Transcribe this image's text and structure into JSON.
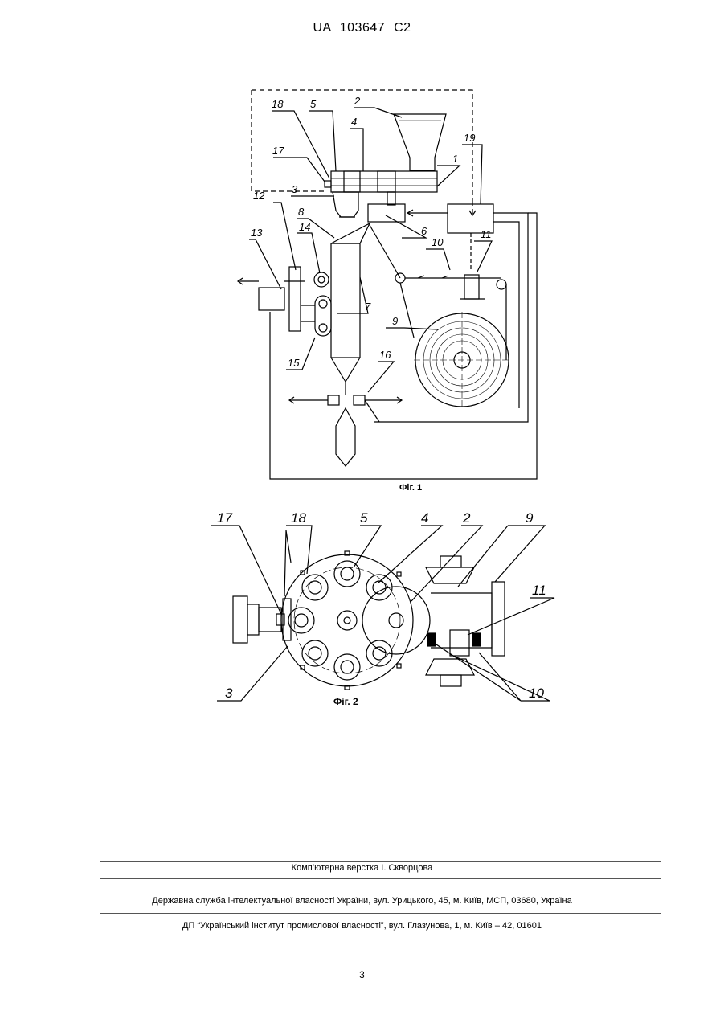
{
  "header": {
    "doc_id": "UA   103647   C2"
  },
  "figure1": {
    "caption": "Фіг. 1",
    "labels": [
      "1",
      "2",
      "3",
      "4",
      "5",
      "6",
      "7",
      "8",
      "9",
      "10",
      "11",
      "12",
      "13",
      "14",
      "15",
      "16",
      "17",
      "18",
      "19"
    ]
  },
  "figure2": {
    "caption": "Фіг. 2",
    "labels": [
      "17",
      "18",
      "5",
      "4",
      "2",
      "9",
      "11",
      "3",
      "10"
    ]
  },
  "footer": {
    "composer": "Комп’ютерна верстка І. Скворцова",
    "agency": "Державна служба інтелектуальної власності України, вул. Урицького, 45, м. Київ, МСП, 03680, Україна",
    "institute": "ДП “Український інститут промислової власності”, вул. Глазунова, 1, м. Київ – 42, 01601",
    "page_number": "3"
  }
}
